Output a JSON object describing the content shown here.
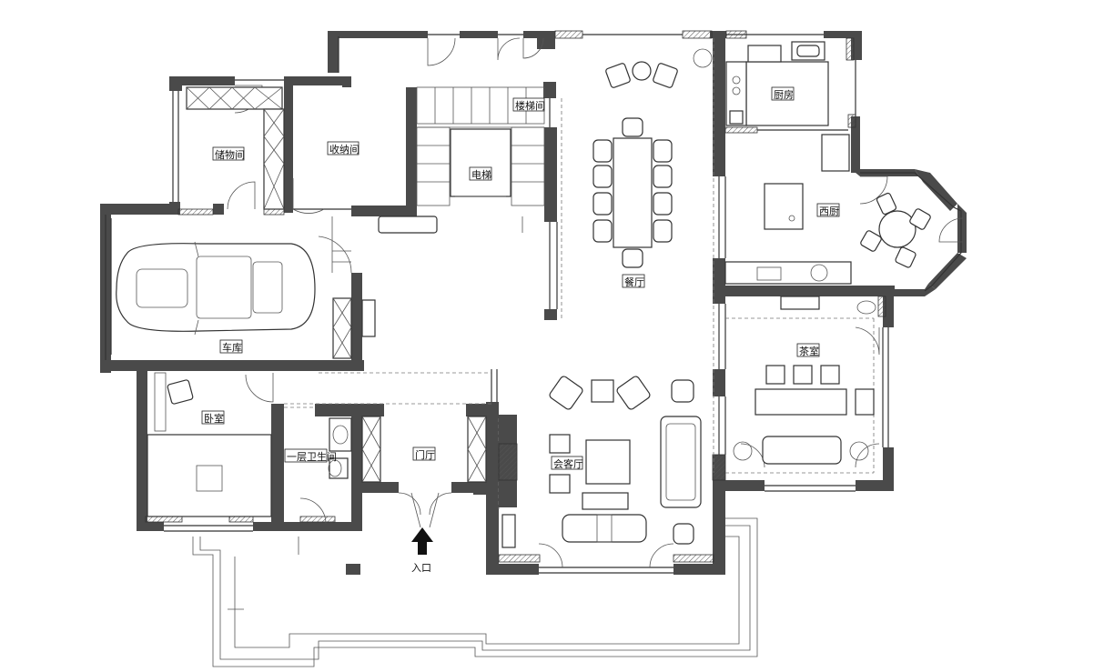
{
  "rooms": {
    "storage": "储物间",
    "closet": "收纳间",
    "stair": "楼梯间",
    "elevator": "电梯",
    "dining": "餐厅",
    "kitchen": "厨房",
    "western_kitchen": "西厨",
    "tea_room": "茶室",
    "garage": "车库",
    "bedroom": "卧室",
    "bathroom": "一层卫生间",
    "foyer": "门厅",
    "living": "会客厅",
    "entrance": "入口"
  },
  "colors": {
    "wall": "#4a4a4a",
    "line": "#333333"
  }
}
